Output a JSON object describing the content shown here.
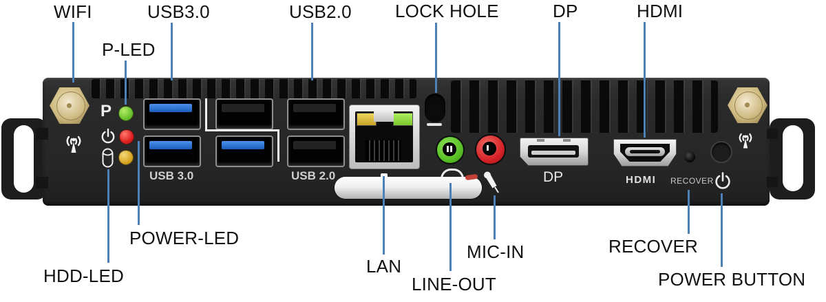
{
  "callouts": {
    "wifi": "WIFI",
    "p_led": "P-LED",
    "usb30": "USB3.0",
    "usb20": "USB2.0",
    "lock_hole": "LOCK HOLE",
    "dp": "DP",
    "hdmi": "HDMI",
    "power_led": "POWER-LED",
    "hdd_led": "HDD-LED",
    "lan": "LAN",
    "line_out": "LINE-OUT",
    "mic_in": "MIC-IN",
    "recover": "RECOVER",
    "power_button": "POWER BUTTON"
  },
  "panel_prints": {
    "p_led": "P",
    "usb3": "USB 3.0",
    "usb2": "USB 2.0",
    "dp": "DP",
    "hdmi": "HDMI",
    "recover": "RECOVER"
  },
  "icons": {
    "antenna": "wifi-antenna mast with signal arcs",
    "power_symbol": "power circle with stem",
    "hdd": "drive cylinder outline",
    "headphone": "headphone arc",
    "mic": "microphone"
  },
  "colors": {
    "leader": "#4e80b8",
    "label_text": "#111111",
    "body": "#272727",
    "usb3_blue": "#1f6fd6",
    "led_green": "#6cc52e",
    "led_red": "#de2020",
    "led_amber": "#d9a724",
    "jack_green": "#58bf25",
    "jack_red": "#d42127",
    "lan_led_yellow": "#d9b832",
    "lan_led_green": "#8ede3e",
    "antenna_gold": "#cdb87f",
    "silver": "#d9d9d9",
    "divider_white": "#f2f2f2"
  }
}
